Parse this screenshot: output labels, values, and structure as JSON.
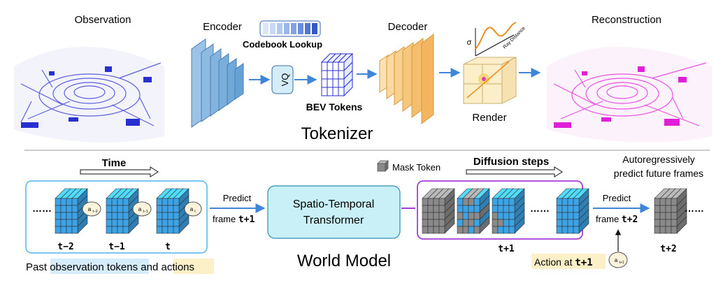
{
  "tokenizer": {
    "observation_label": "Observation",
    "encoder_label": "Encoder",
    "codebook_label": "Codebook Lookup",
    "vq_label": "VQ",
    "bev_tokens_label": "BEV Tokens",
    "decoder_label": "Decoder",
    "sigma_label": "σ",
    "ray_distance_label": "Ray Distance",
    "render_label": "Render",
    "reconstruction_label": "Reconstruction",
    "section_title": "Tokenizer"
  },
  "world_model": {
    "time_label": "Time",
    "ellipsis": "……",
    "action_tm2": "a",
    "action_tm2_sub": "t−2",
    "action_tm1": "a",
    "action_tm1_sub": "t−1",
    "action_t": "a",
    "action_t_sub": "t",
    "step_tm2": "t−2",
    "step_tm1": "t−1",
    "step_t": "t",
    "predict_label_1": "Predict",
    "frame_label_1": "frame",
    "frame_time_1": "t+1",
    "transformer_line1": "Spatio-Temporal",
    "transformer_line2": "Transformer",
    "mask_token_label": "Mask Token",
    "diffusion_label": "Diffusion steps",
    "step_t1": "t+1",
    "autoreg_line1": "Autoregressively",
    "autoreg_line2": "predict future frames",
    "predict_label_2": "Predict",
    "frame_label_2": "frame",
    "frame_time_2": "t+2",
    "step_t2": "t+2",
    "action_at_label": "Action at",
    "action_at_time": "t+1",
    "action_t1": "a",
    "action_t1_sub": "t+1",
    "past_prefix": "Past",
    "past_obs": "observation tokens",
    "past_and": "and",
    "past_actions": "actions",
    "section_title": "World Model"
  },
  "colors": {
    "blue_token": "#3ba3e6",
    "gray_token": "#8a8a8a",
    "encoder_blue": "#7fb1dd",
    "decoder_orange": "#f6c77f",
    "arrow_blue": "#3f86d8",
    "purple_box": "#a43fd6",
    "teal_box": "#c8f0f6",
    "observation_blue": "#2a2fd0",
    "reconstruction_magenta": "#e020d8",
    "highlight_blue": "#d6ecfb",
    "highlight_yellow": "#fbf0c8"
  }
}
